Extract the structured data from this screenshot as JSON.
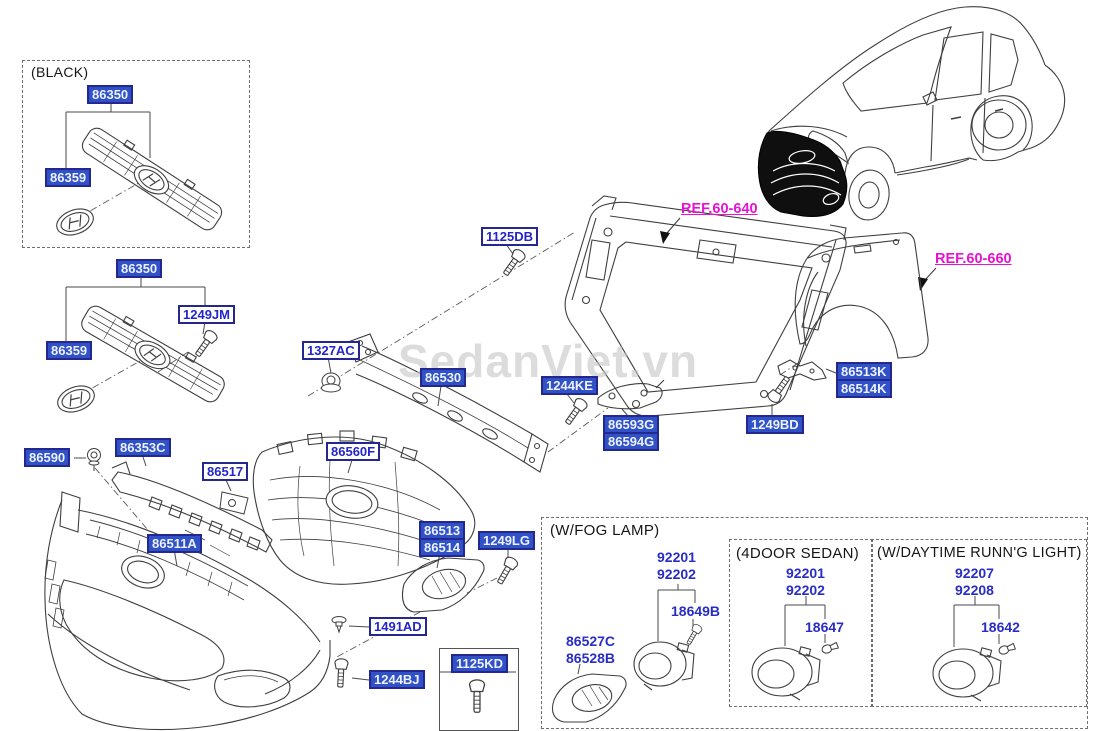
{
  "watermark": "SedanViet.vn",
  "titles": {
    "black": "(BLACK)",
    "fog": "(W/FOG LAMP)",
    "sedan": "(4DOOR SEDAN)",
    "drl": "(W/DAYTIME RUNN'G LIGHT)"
  },
  "refs": {
    "r640": "REF.60-640",
    "r660": "REF.60-660"
  },
  "labels": {
    "blk_86350": "86350",
    "blk_86359": "86359",
    "g2_86350": "86350",
    "g2_1249jm": "1249JM",
    "g2_86359": "86359",
    "l1125db": "1125DB",
    "l1327ac": "1327AC",
    "l86530": "86530",
    "l1244ke": "1244KE",
    "l86593g": "86593G",
    "l86594g": "86594G",
    "l1249bd": "1249BD",
    "l86513k": "86513K",
    "l86514k": "86514K",
    "l86590": "86590",
    "l86353c": "86353C",
    "l86517": "86517",
    "l86560f": "86560F",
    "l86511a": "86511A",
    "l86513": "86513",
    "l86514": "86514",
    "l1249lg": "1249LG",
    "l1491ad": "1491AD",
    "l1244bj": "1244BJ",
    "l1125kd": "1125KD"
  },
  "fog_section": {
    "fog_92201": "92201",
    "fog_92202": "92202",
    "fog_18649b": "18649B",
    "fog_86527c": "86527C",
    "fog_86528b": "86528B",
    "sedan_92201": "92201",
    "sedan_92202": "92202",
    "sedan_18647": "18647",
    "drl_92207": "92207",
    "drl_92208": "92208",
    "drl_18642": "18642"
  },
  "colors": {
    "part_link_blue": "#2326c8",
    "highlight_bg": "#3052c6",
    "label_border_navy": "#23278f",
    "ref_magenta": "#e513d3",
    "line_art": "#3f3f3f",
    "watermark_gray": "#c6c6c6"
  }
}
